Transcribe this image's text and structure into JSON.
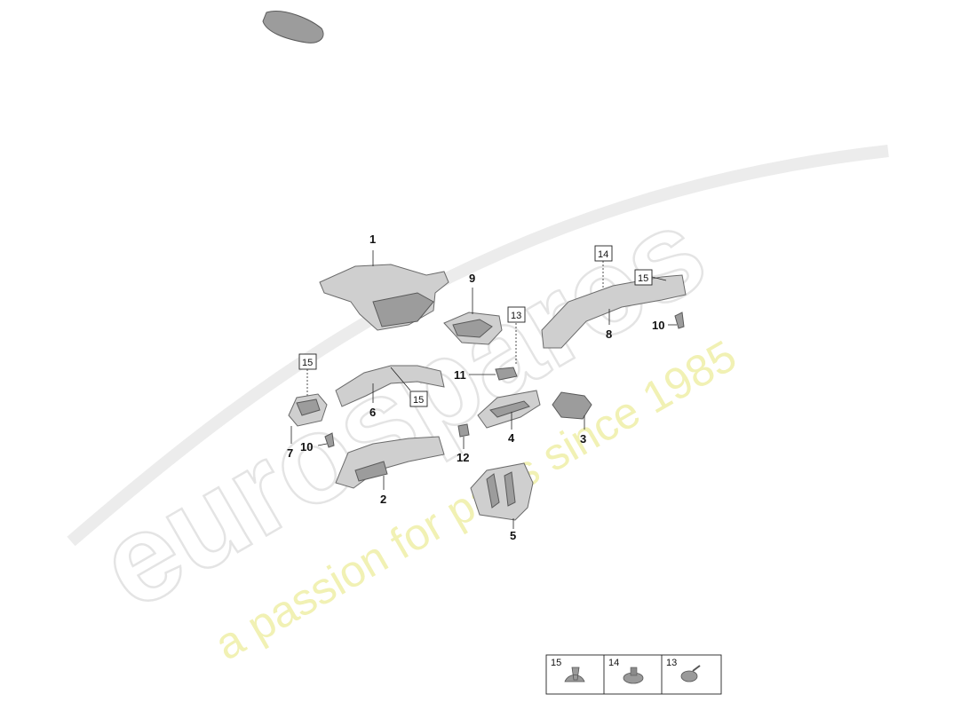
{
  "watermark": {
    "brand": "eurospares",
    "slogan": "a passion for parts since 1985"
  },
  "callouts": {
    "c1": "1",
    "c2": "2",
    "c3": "3",
    "c4": "4",
    "c5": "5",
    "c6": "6",
    "c7": "7",
    "c8": "8",
    "c9": "9",
    "c10a": "10",
    "c10b": "10",
    "c11": "11",
    "c12": "12"
  },
  "boxed": {
    "b14": "14",
    "b15a": "15",
    "b15b": "15",
    "b15c": "15",
    "b13": "13"
  },
  "legend": {
    "items": [
      {
        "label": "15"
      },
      {
        "label": "14"
      },
      {
        "label": "13"
      }
    ]
  }
}
